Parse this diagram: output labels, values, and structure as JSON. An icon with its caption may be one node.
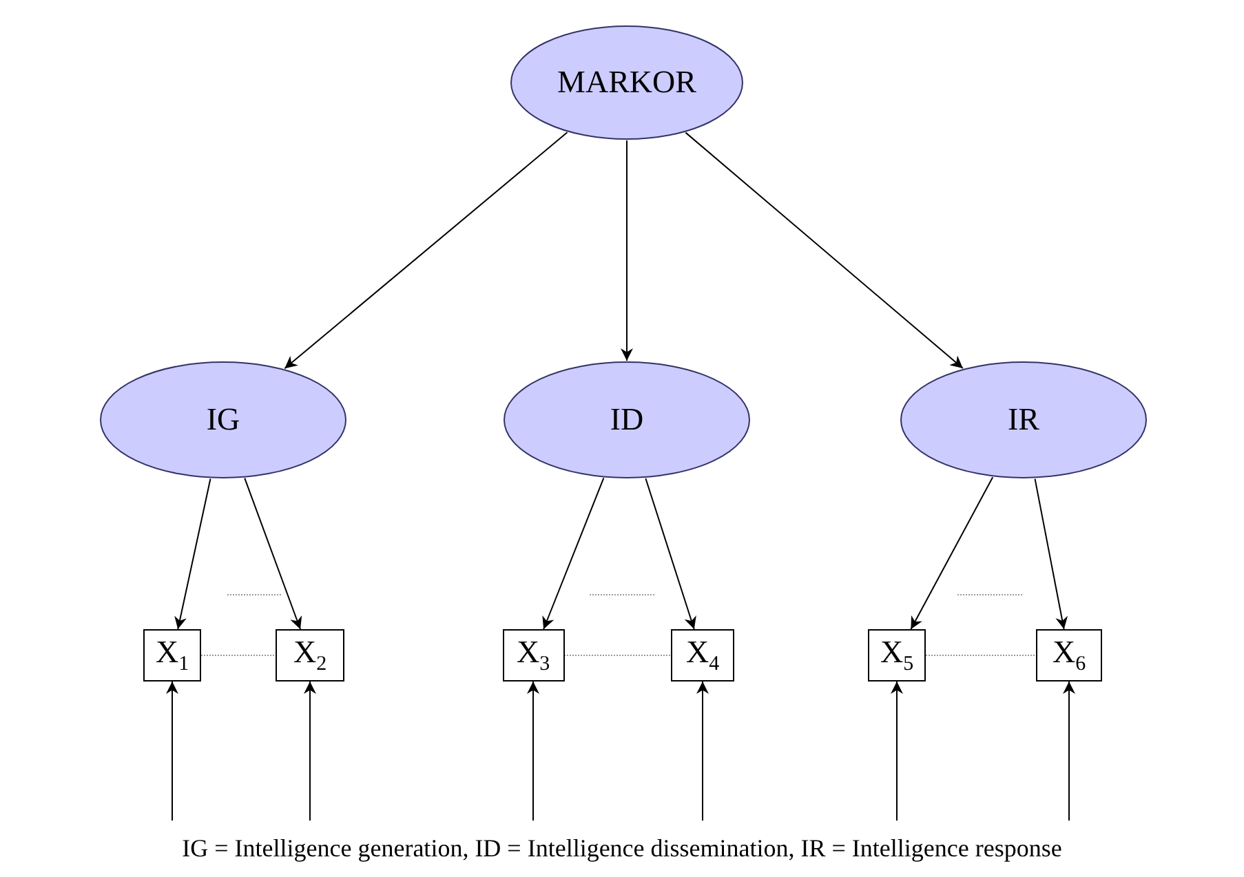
{
  "diagram": {
    "caption": "IG = Intelligence generation, ID = Intelligence dissemination, IR = Intelligence response",
    "nodes": [
      {
        "text": [
          "MARKOR"
        ]
      },
      {
        "text": [
          "IG"
        ]
      },
      {
        "text": [
          "ID"
        ]
      },
      {
        "text": [
          "IR"
        ]
      },
      {
        "text": [
          "X$_{1}$"
        ]
      },
      {
        "text": [
          "X$_{2}$"
        ]
      },
      {
        "text": [
          "X$_{3}$"
        ]
      },
      {
        "text": [
          "X$_{4}$"
        ]
      },
      {
        "text": [
          "X$_{5}$"
        ]
      },
      {
        "text": [
          "X$_{6}$"
        ]
      }
    ],
    "edges": [
      {
        "from": 0,
        "to": 1,
        "arrow": "to"
      },
      {
        "from": 0,
        "to": 2,
        "arrow": "to"
      },
      {
        "from": 0,
        "to": 3,
        "arrow": "to"
      },
      {
        "from": 1,
        "to": 4,
        "arrow": "to"
      },
      {
        "from": 1,
        "to": 5,
        "arrow": "to"
      },
      {
        "from": 2,
        "to": 6,
        "arrow": "to"
      },
      {
        "from": 2,
        "to": 7,
        "arrow": "to"
      },
      {
        "from": 3,
        "to": 8,
        "arrow": "to"
      },
      {
        "from": 3,
        "to": 9,
        "arrow": "to"
      },
      {
        "from": 4,
        "to": 5,
        "arrow": "none",
        "style": "dashed",
        "color": "#999999"
      },
      {
        "from": 6,
        "to": 7,
        "arrow": "none",
        "style": "dashed",
        "color": "#999999"
      },
      {
        "from": 8,
        "to": 9,
        "arrow": "none",
        "style": "dashed",
        "color": "#999999"
      },
      {
        "from": null,
        "to": 4,
        "arrow": "to"
      },
      {
        "from": null,
        "to": 5,
        "arrow": "to"
      },
      {
        "from": null,
        "to": 6,
        "arrow": "to"
      },
      {
        "from": null,
        "to": 7,
        "arrow": "to"
      },
      {
        "from": null,
        "to": 8,
        "arrow": "to"
      },
      {
        "from": null,
        "to": 9,
        "arrow": "to"
      }
    ]
  }
}
